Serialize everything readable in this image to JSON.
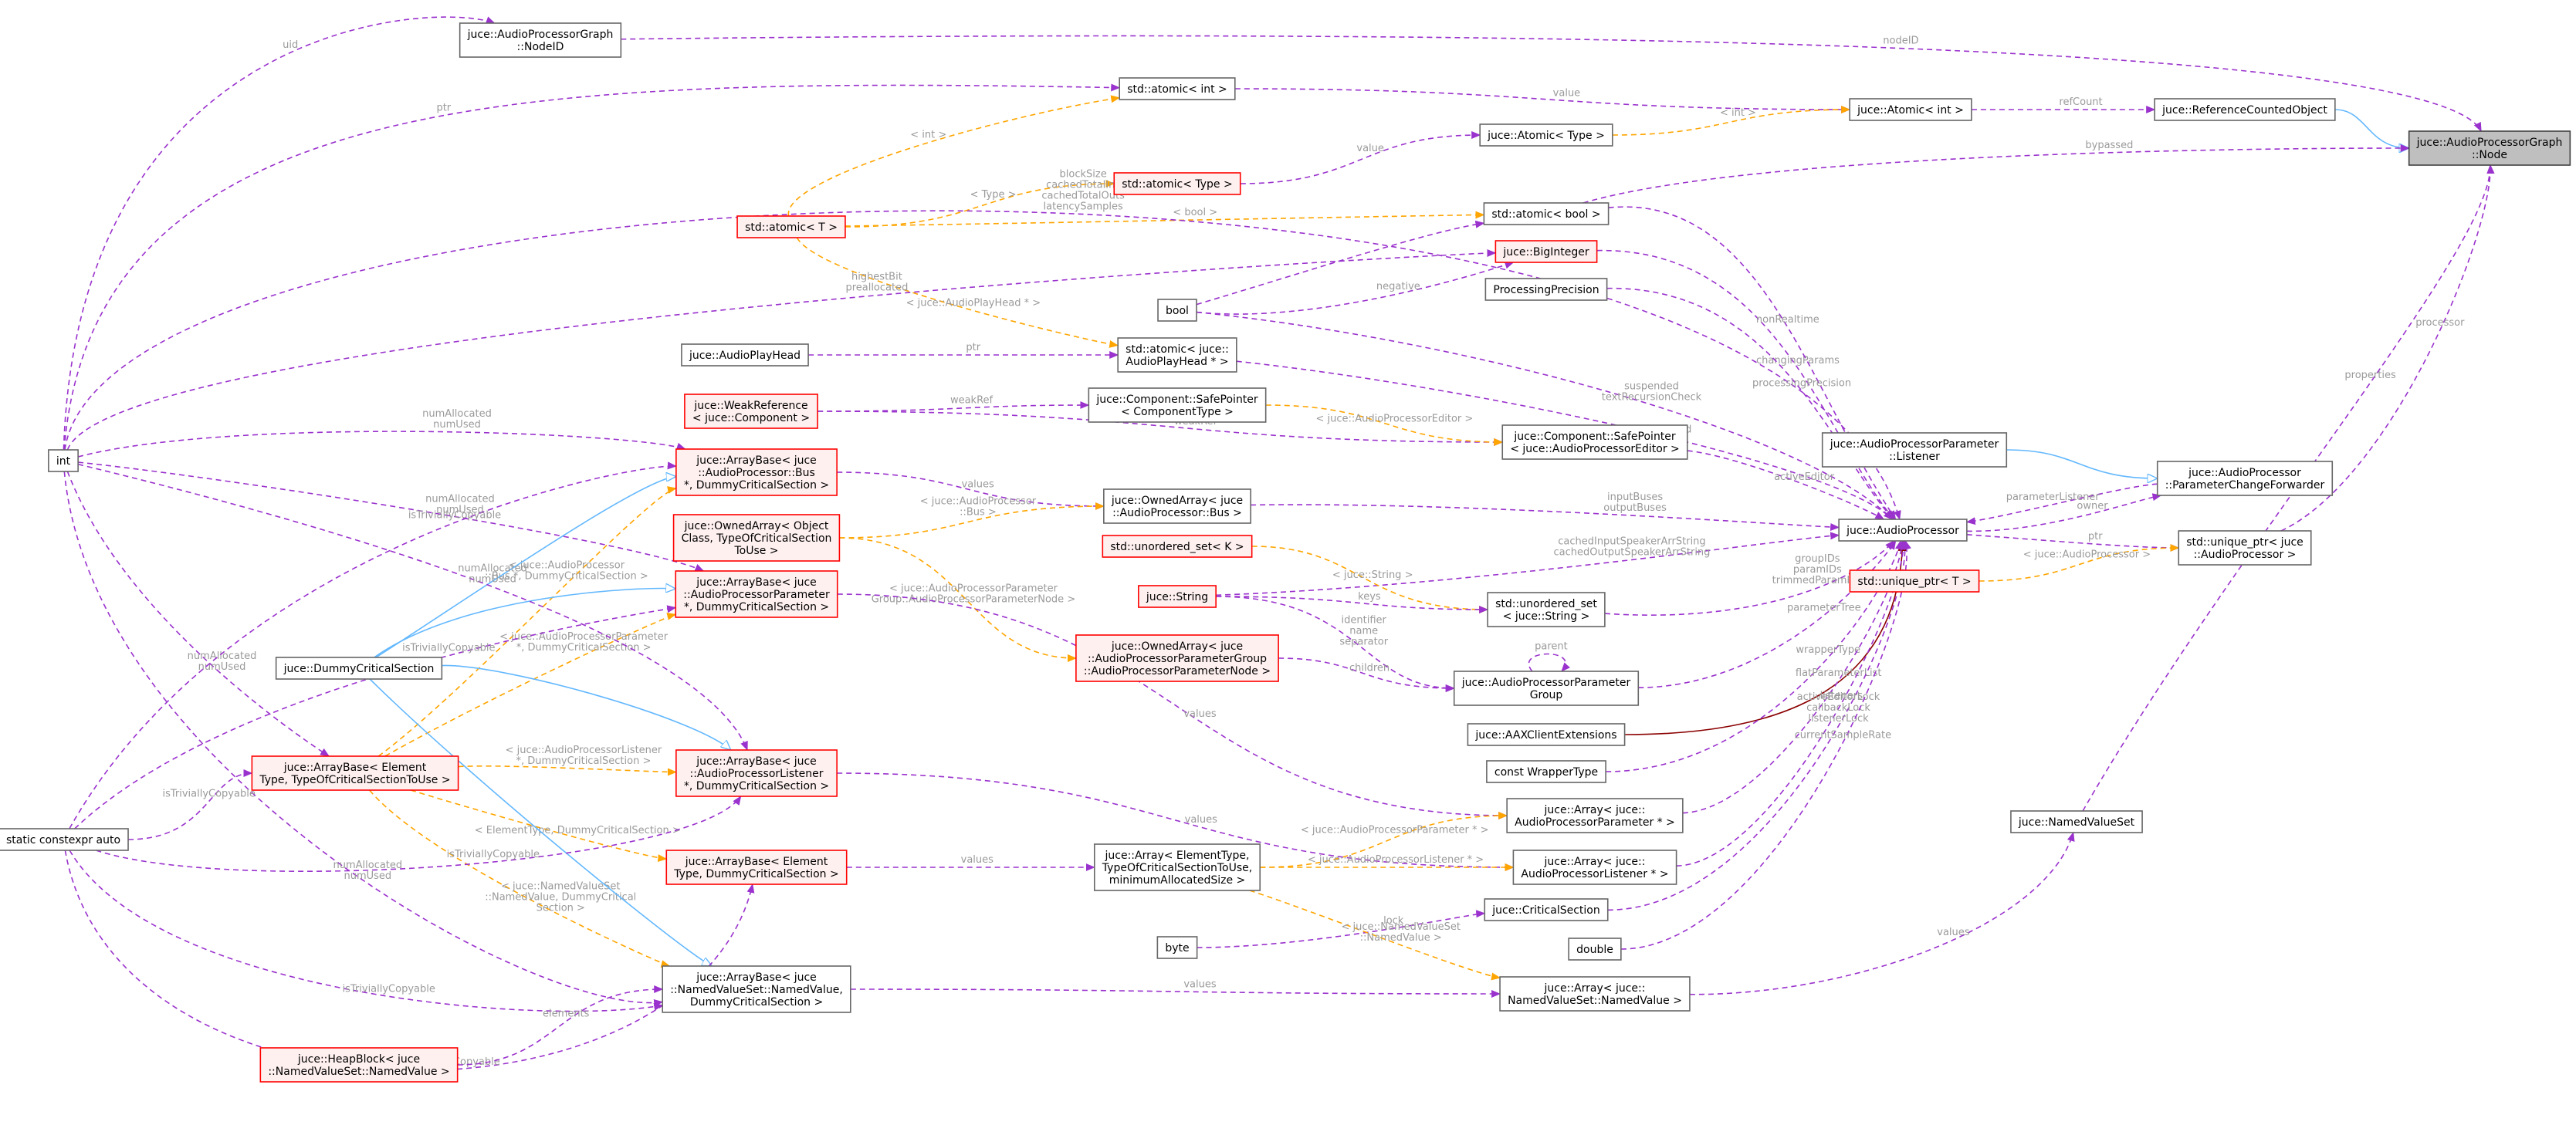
{
  "colors": {
    "node_fill": "#ffffff",
    "node_stroke": "#666666",
    "trunc_fill": "#fff0f0",
    "trunc_stroke": "#ff0000",
    "root_fill": "#bfbfbf",
    "root_stroke": "#404040",
    "usage": "#9a32cd",
    "template": "#ffa500",
    "inherit": "#63b8ff",
    "private_inherit": "#8b0000",
    "edge_label": "#9a9a9a"
  },
  "nodes": [
    {
      "id": "node",
      "lines": [
        "juce::AudioProcessorGraph",
        "::Node"
      ],
      "kind": "root"
    },
    {
      "id": "nodeid",
      "lines": [
        "juce::AudioProcessorGraph",
        "::NodeID"
      ],
      "kind": "normal"
    },
    {
      "id": "int",
      "lines": [
        "int"
      ],
      "kind": "normal"
    },
    {
      "id": "stdatomic_int",
      "lines": [
        "std::atomic< int >"
      ],
      "kind": "normal"
    },
    {
      "id": "jatomic_int",
      "lines": [
        "juce::Atomic< int >"
      ],
      "kind": "normal"
    },
    {
      "id": "refcount",
      "lines": [
        "juce::ReferenceCountedObject"
      ],
      "kind": "normal"
    },
    {
      "id": "jatomic_type",
      "lines": [
        "juce::Atomic< Type >"
      ],
      "kind": "normal"
    },
    {
      "id": "stdatomic_type",
      "lines": [
        "std::atomic< Type >"
      ],
      "kind": "trunc"
    },
    {
      "id": "stdatomic_t",
      "lines": [
        "std::atomic< T >"
      ],
      "kind": "trunc"
    },
    {
      "id": "stdatomic_bool",
      "lines": [
        "std::atomic< bool >"
      ],
      "kind": "normal"
    },
    {
      "id": "biginteger",
      "lines": [
        "juce::BigInteger"
      ],
      "kind": "trunc"
    },
    {
      "id": "precision",
      "lines": [
        "ProcessingPrecision"
      ],
      "kind": "normal"
    },
    {
      "id": "bool",
      "lines": [
        "bool"
      ],
      "kind": "normal"
    },
    {
      "id": "playhead",
      "lines": [
        "juce::AudioPlayHead"
      ],
      "kind": "normal"
    },
    {
      "id": "stdatomic_playhead",
      "lines": [
        "std::atomic< juce::",
        "AudioPlayHead * >"
      ],
      "kind": "normal"
    },
    {
      "id": "weakref",
      "lines": [
        "juce::WeakReference",
        "< juce::Component >"
      ],
      "kind": "trunc"
    },
    {
      "id": "safeptr_t",
      "lines": [
        "juce::Component::SafePointer",
        "< ComponentType >"
      ],
      "kind": "normal"
    },
    {
      "id": "safeptr_editor",
      "lines": [
        "juce::Component::SafePointer",
        "< juce::AudioProcessorEditor >"
      ],
      "kind": "normal"
    },
    {
      "id": "ab_bus",
      "lines": [
        "juce::ArrayBase< juce",
        "::AudioProcessor::Bus",
        "*, DummyCriticalSection >"
      ],
      "kind": "trunc"
    },
    {
      "id": "ownedarray",
      "lines": [
        "juce::OwnedArray< Object",
        "Class, TypeOfCriticalSection",
        "ToUse >"
      ],
      "kind": "trunc"
    },
    {
      "id": "ownedarray_bus",
      "lines": [
        "juce::OwnedArray< juce",
        "::AudioProcessor::Bus >"
      ],
      "kind": "normal"
    },
    {
      "id": "ab_param",
      "lines": [
        "juce::ArrayBase< juce",
        "::AudioProcessorParameter",
        "*, DummyCriticalSection >"
      ],
      "kind": "trunc"
    },
    {
      "id": "unordered_k",
      "lines": [
        "std::unordered_set< K >"
      ],
      "kind": "trunc"
    },
    {
      "id": "jstring",
      "lines": [
        "juce::String"
      ],
      "kind": "trunc"
    },
    {
      "id": "unordered_string",
      "lines": [
        "std::unordered_set",
        "< juce::String >"
      ],
      "kind": "normal"
    },
    {
      "id": "dummycs",
      "lines": [
        "juce::DummyCriticalSection"
      ],
      "kind": "normal"
    },
    {
      "id": "ownedarray_group",
      "lines": [
        "juce::OwnedArray< juce",
        "::AudioProcessorParameterGroup",
        "::AudioProcessorParameterNode >"
      ],
      "kind": "trunc"
    },
    {
      "id": "paramgroup",
      "lines": [
        "juce::AudioProcessorParameter",
        "Group"
      ],
      "kind": "normal"
    },
    {
      "id": "ab_elem_tcs",
      "lines": [
        "juce::ArrayBase< Element",
        "Type, TypeOfCriticalSectionToUse >"
      ],
      "kind": "trunc"
    },
    {
      "id": "ab_listener",
      "lines": [
        "juce::ArrayBase< juce",
        "::AudioProcessorListener",
        "*, DummyCriticalSection >"
      ],
      "kind": "trunc"
    },
    {
      "id": "aax",
      "lines": [
        "juce::AAXClientExtensions"
      ],
      "kind": "normal"
    },
    {
      "id": "wrappertype",
      "lines": [
        "const WrapperType"
      ],
      "kind": "normal"
    },
    {
      "id": "array_param",
      "lines": [
        "juce::Array< juce::",
        "AudioProcessorParameter * >"
      ],
      "kind": "normal"
    },
    {
      "id": "constexpr",
      "lines": [
        "static constexpr auto"
      ],
      "kind": "normal"
    },
    {
      "id": "ab_elem_dummy",
      "lines": [
        "juce::ArrayBase< Element",
        "Type, DummyCriticalSection >"
      ],
      "kind": "trunc"
    },
    {
      "id": "array_tmpl",
      "lines": [
        "juce::Array< ElementType,",
        "TypeOfCriticalSectionToUse,",
        "minimumAllocatedSize >"
      ],
      "kind": "normal"
    },
    {
      "id": "array_listener",
      "lines": [
        "juce::Array< juce::",
        "AudioProcessorListener * >"
      ],
      "kind": "normal"
    },
    {
      "id": "critsec",
      "lines": [
        "juce::CriticalSection"
      ],
      "kind": "normal"
    },
    {
      "id": "byte",
      "lines": [
        "byte"
      ],
      "kind": "normal"
    },
    {
      "id": "double",
      "lines": [
        "double"
      ],
      "kind": "normal"
    },
    {
      "id": "ab_namedvalue",
      "lines": [
        "juce::ArrayBase< juce",
        "::NamedValueSet::NamedValue,",
        "DummyCriticalSection >"
      ],
      "kind": "normal"
    },
    {
      "id": "array_namedvalue",
      "lines": [
        "juce::Array< juce::",
        "NamedValueSet::NamedValue >"
      ],
      "kind": "normal"
    },
    {
      "id": "heapblock",
      "lines": [
        "juce::HeapBlock< juce",
        "::NamedValueSet::NamedValue >"
      ],
      "kind": "trunc"
    },
    {
      "id": "audioprocessor",
      "lines": [
        "juce::AudioProcessor"
      ],
      "kind": "normal"
    },
    {
      "id": "paramlistener",
      "lines": [
        "juce::AudioProcessorParameter",
        "::Listener"
      ],
      "kind": "normal"
    },
    {
      "id": "paramchangefwd",
      "lines": [
        "juce::AudioProcessor",
        "::ParameterChangeForwarder"
      ],
      "kind": "normal"
    },
    {
      "id": "uniqueptr_ap",
      "lines": [
        "std::unique_ptr< juce",
        "::AudioProcessor >"
      ],
      "kind": "normal"
    },
    {
      "id": "uniqueptr_t",
      "lines": [
        "std::unique_ptr< T >"
      ],
      "kind": "trunc"
    },
    {
      "id": "namedvalueset",
      "lines": [
        "juce::NamedValueSet"
      ],
      "kind": "normal"
    }
  ],
  "edges": [
    {
      "from": "nodeid",
      "to": "node",
      "type": "usage",
      "label": [
        "nodeID"
      ]
    },
    {
      "from": "int",
      "to": "nodeid",
      "type": "usage",
      "label": [
        "uid"
      ]
    },
    {
      "from": "refcount",
      "to": "node",
      "type": "inherit",
      "label": []
    },
    {
      "from": "jatomic_int",
      "to": "refcount",
      "type": "usage",
      "label": [
        "refCount"
      ]
    },
    {
      "from": "stdatomic_int",
      "to": "jatomic_int",
      "type": "usage",
      "label": [
        "value"
      ]
    },
    {
      "from": "jatomic_type",
      "to": "jatomic_int",
      "type": "template",
      "label": [
        "< int >"
      ]
    },
    {
      "from": "int",
      "to": "stdatomic_int",
      "type": "usage",
      "label": [
        "ptr"
      ]
    },
    {
      "from": "stdatomic_t",
      "to": "stdatomic_int",
      "type": "template",
      "label": [
        "< int >"
      ]
    },
    {
      "from": "stdatomic_type",
      "to": "jatomic_type",
      "type": "usage",
      "label": [
        "value"
      ]
    },
    {
      "from": "stdatomic_t",
      "to": "stdatomic_type",
      "type": "template",
      "label": [
        "< Type >"
      ]
    },
    {
      "from": "stdatomic_t",
      "to": "stdatomic_bool",
      "type": "template",
      "label": [
        "< bool >"
      ]
    },
    {
      "from": "stdatomic_t",
      "to": "stdatomic_playhead",
      "type": "template",
      "label": [
        "< juce::AudioPlayHead * >"
      ]
    },
    {
      "from": "stdatomic_bool",
      "to": "node",
      "type": "usage",
      "label": [
        "bypassed"
      ]
    },
    {
      "from": "bool",
      "to": "stdatomic_bool",
      "type": "usage",
      "label": []
    },
    {
      "from": "int",
      "to": "audioprocessor",
      "type": "usage",
      "label": [
        "blockSize",
        "cachedTotalIns",
        "cachedTotalOuts",
        "latencySamples"
      ]
    },
    {
      "from": "int",
      "to": "biginteger",
      "type": "usage",
      "label": [
        "highestBit",
        "preallocated"
      ]
    },
    {
      "from": "bool",
      "to": "biginteger",
      "type": "usage",
      "label": [
        "negative"
      ]
    },
    {
      "from": "biginteger",
      "to": "audioprocessor",
      "type": "usage",
      "label": [
        "changingParams"
      ]
    },
    {
      "from": "stdatomic_bool",
      "to": "audioprocessor",
      "type": "usage",
      "label": [
        "nonRealtime"
      ]
    },
    {
      "from": "precision",
      "to": "audioprocessor",
      "type": "usage",
      "label": [
        "processingPrecision"
      ]
    },
    {
      "from": "bool",
      "to": "audioprocessor",
      "type": "usage",
      "label": [
        "suspended",
        "textRecursionCheck"
      ]
    },
    {
      "from": "playhead",
      "to": "stdatomic_playhead",
      "type": "usage",
      "label": [
        "ptr"
      ]
    },
    {
      "from": "stdatomic_playhead",
      "to": "audioprocessor",
      "type": "usage",
      "label": [
        "playHead"
      ]
    },
    {
      "from": "weakref",
      "to": "safeptr_t",
      "type": "usage",
      "label": [
        "weakRef"
      ]
    },
    {
      "from": "weakref",
      "to": "safeptr_editor",
      "type": "usage",
      "label": [
        "weakRef"
      ]
    },
    {
      "from": "safeptr_t",
      "to": "safeptr_editor",
      "type": "template",
      "label": [
        "< juce::AudioProcessorEditor >"
      ]
    },
    {
      "from": "safeptr_editor",
      "to": "audioprocessor",
      "type": "usage",
      "label": [
        "activeEditor"
      ]
    },
    {
      "from": "ab_bus",
      "to": "ownedarray_bus",
      "type": "usage",
      "label": [
        "values"
      ]
    },
    {
      "from": "ownedarray",
      "to": "ownedarray_bus",
      "type": "template",
      "label": [
        "< juce::AudioProcessor",
        "::Bus >"
      ]
    },
    {
      "from": "ownedarray_bus",
      "to": "audioprocessor",
      "type": "usage",
      "label": [
        "inputBuses",
        "outputBuses"
      ]
    },
    {
      "from": "jstring",
      "to": "audioprocessor",
      "type": "usage",
      "label": [
        "cachedInputSpeakerArrString",
        "cachedOutputSpeakerArrString"
      ]
    },
    {
      "from": "unordered_k",
      "to": "unordered_string",
      "type": "template",
      "label": [
        "< juce::String >"
      ]
    },
    {
      "from": "jstring",
      "to": "unordered_string",
      "type": "usage",
      "label": [
        "keys"
      ]
    },
    {
      "from": "unordered_string",
      "to": "audioprocessor",
      "type": "usage",
      "label": [
        "groupIDs",
        "paramIDs",
        "trimmedParamIDs"
      ]
    },
    {
      "from": "jstring",
      "to": "paramgroup",
      "type": "usage",
      "label": [
        "identifier",
        "name",
        "separator"
      ]
    },
    {
      "from": "ownedarray",
      "to": "ownedarray_group",
      "type": "template",
      "label": [
        "< juce::AudioProcessorParameter",
        "Group::AudioProcessorParameterNode >"
      ]
    },
    {
      "from": "ownedarray_group",
      "to": "paramgroup",
      "type": "usage",
      "label": [
        "children"
      ]
    },
    {
      "from": "paramgroup",
      "to": "paramgroup",
      "type": "usage",
      "label": [
        "parent"
      ]
    },
    {
      "from": "paramgroup",
      "to": "audioprocessor",
      "type": "usage",
      "label": [
        "parameterTree"
      ]
    },
    {
      "from": "aax",
      "to": "audioprocessor",
      "type": "private",
      "label": []
    },
    {
      "from": "wrappertype",
      "to": "audioprocessor",
      "type": "usage",
      "label": [
        "wrapperType"
      ]
    },
    {
      "from": "ab_param",
      "to": "array_param",
      "type": "usage",
      "label": [
        "values"
      ]
    },
    {
      "from": "array_tmpl",
      "to": "array_param",
      "type": "template",
      "label": [
        "< juce::AudioProcessorParameter * >"
      ]
    },
    {
      "from": "array_param",
      "to": "audioprocessor",
      "type": "usage",
      "label": [
        "flatParameterList"
      ]
    },
    {
      "from": "ab_listener",
      "to": "array_listener",
      "type": "usage",
      "label": [
        "values"
      ]
    },
    {
      "from": "array_tmpl",
      "to": "array_listener",
      "type": "template",
      "label": [
        "< juce::AudioProcessorListener * >"
      ]
    },
    {
      "from": "array_listener",
      "to": "audioprocessor",
      "type": "usage",
      "label": [
        "listeners"
      ]
    },
    {
      "from": "critsec",
      "to": "audioprocessor",
      "type": "usage",
      "label": [
        "activeEditorLock",
        "callbackLock",
        "listenerLock"
      ]
    },
    {
      "from": "byte",
      "to": "critsec",
      "type": "usage",
      "label": [
        "lock"
      ]
    },
    {
      "from": "double",
      "to": "audioprocessor",
      "type": "usage",
      "label": [
        "currentSampleRate"
      ]
    },
    {
      "from": "ab_elem_dummy",
      "to": "array_tmpl",
      "type": "usage",
      "label": [
        "values"
      ]
    },
    {
      "from": "ab_elem_tcs",
      "to": "ab_bus",
      "type": "template",
      "label": [
        "< juce::AudioProcessor",
        "::Bus *, DummyCriticalSection >"
      ]
    },
    {
      "from": "ab_elem_tcs",
      "to": "ab_param",
      "type": "template",
      "label": [
        "< juce::AudioProcessorParameter",
        "*, DummyCriticalSection >"
      ]
    },
    {
      "from": "ab_elem_tcs",
      "to": "ab_listener",
      "type": "template",
      "label": [
        "< juce::AudioProcessorListener",
        "*, DummyCriticalSection >"
      ]
    },
    {
      "from": "ab_elem_tcs",
      "to": "ab_elem_dummy",
      "type": "template",
      "label": [
        "< ElementType, DummyCriticalSection >"
      ]
    },
    {
      "from": "ab_elem_tcs",
      "to": "ab_namedvalue",
      "type": "template",
      "label": [
        "< juce::NamedValueSet",
        "::NamedValue, DummyCritical",
        "Section >"
      ]
    },
    {
      "from": "dummycs",
      "to": "ab_bus",
      "type": "inherit",
      "label": []
    },
    {
      "from": "dummycs",
      "to": "ab_param",
      "type": "inherit",
      "label": []
    },
    {
      "from": "dummycs",
      "to": "ab_listener",
      "type": "inherit",
      "label": []
    },
    {
      "from": "dummycs",
      "to": "ab_namedvalue",
      "type": "inherit",
      "label": []
    },
    {
      "from": "int",
      "to": "ab_bus",
      "type": "usage",
      "label": [
        "numAllocated",
        "numUsed"
      ]
    },
    {
      "from": "int",
      "to": "ab_param",
      "type": "usage",
      "label": [
        "numAllocated",
        "numUsed"
      ]
    },
    {
      "from": "int",
      "to": "ab_listener",
      "type": "usage",
      "label": [
        "numAllocated",
        "numUsed"
      ]
    },
    {
      "from": "int",
      "to": "ab_elem_tcs",
      "type": "usage",
      "label": [
        "numAllocated",
        "numUsed"
      ]
    },
    {
      "from": "int",
      "to": "ab_namedvalue",
      "type": "usage",
      "label": [
        "numAllocated",
        "numUsed"
      ]
    },
    {
      "from": "constexpr",
      "to": "ab_bus",
      "type": "usage",
      "label": [
        "isTriviallyCopyable"
      ]
    },
    {
      "from": "constexpr",
      "to": "ab_param",
      "type": "usage",
      "label": [
        "isTriviallyCopyable"
      ]
    },
    {
      "from": "constexpr",
      "to": "ab_listener",
      "type": "usage",
      "label": [
        "isTriviallyCopyable"
      ]
    },
    {
      "from": "constexpr",
      "to": "ab_elem_tcs",
      "type": "usage",
      "label": [
        "isTriviallyCopyable"
      ]
    },
    {
      "from": "constexpr",
      "to": "ab_namedvalue",
      "type": "usage",
      "label": [
        "isTriviallyCopyable"
      ]
    },
    {
      "from": "constexpr",
      "to": "ab_elem_dummy",
      "type": "usage",
      "label": [
        "isTriviallyCopyable"
      ]
    },
    {
      "from": "heapblock",
      "to": "ab_namedvalue",
      "type": "usage",
      "label": [
        "elements"
      ]
    },
    {
      "from": "ab_namedvalue",
      "to": "array_namedvalue",
      "type": "usage",
      "label": [
        "values"
      ]
    },
    {
      "from": "array_tmpl",
      "to": "array_namedvalue",
      "type": "template",
      "label": [
        "< juce::NamedValueSet",
        "::NamedValue >"
      ]
    },
    {
      "from": "array_namedvalue",
      "to": "namedvalueset",
      "type": "usage",
      "label": [
        "values"
      ]
    },
    {
      "from": "namedvalueset",
      "to": "node",
      "type": "usage",
      "label": [
        "properties"
      ]
    },
    {
      "from": "paramlistener",
      "to": "paramchangefwd",
      "type": "inherit",
      "label": []
    },
    {
      "from": "paramchangefwd",
      "to": "audioprocessor",
      "type": "usage",
      "label": [
        "parameterListener"
      ]
    },
    {
      "from": "audioprocessor",
      "to": "paramchangefwd",
      "type": "usage",
      "label": [
        "owner"
      ]
    },
    {
      "from": "audioprocessor",
      "to": "uniqueptr_ap",
      "type": "usage",
      "label": [
        "ptr"
      ]
    },
    {
      "from": "uniqueptr_t",
      "to": "uniqueptr_ap",
      "type": "template",
      "label": [
        "< juce::AudioProcessor >"
      ]
    },
    {
      "from": "uniqueptr_ap",
      "to": "node",
      "type": "usage",
      "label": [
        "processor"
      ]
    }
  ]
}
